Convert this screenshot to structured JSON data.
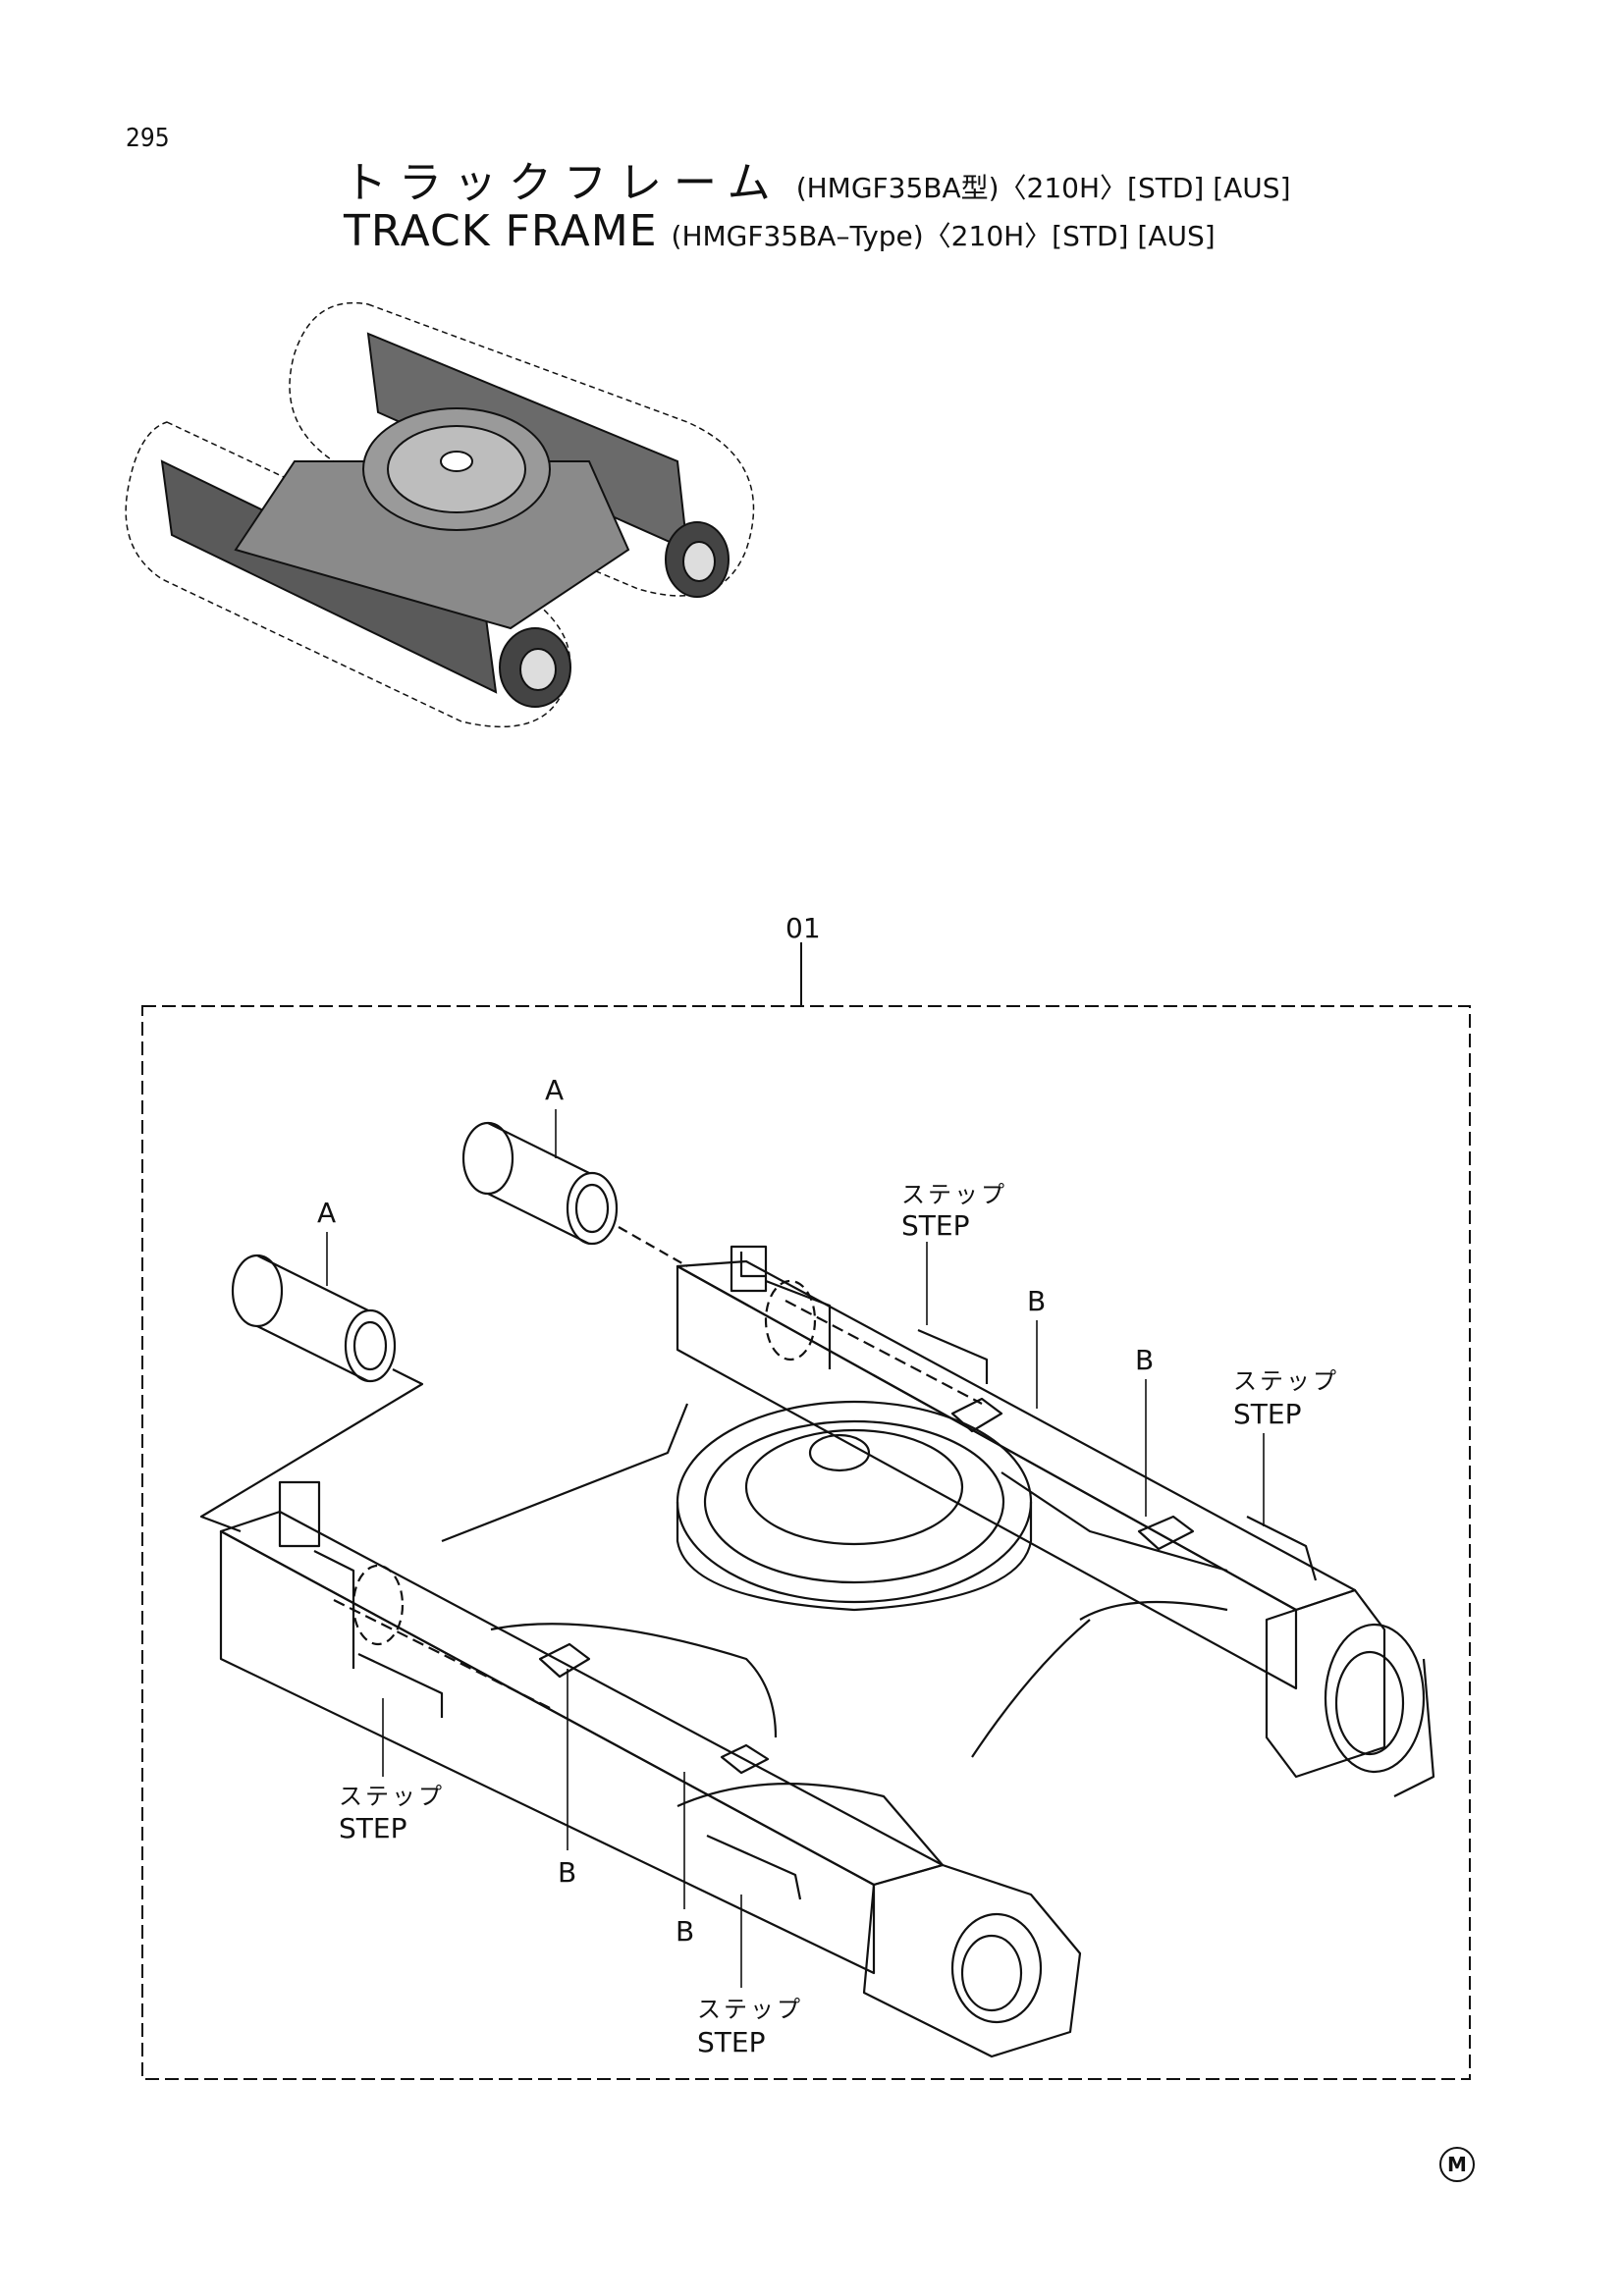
{
  "page_number": "295",
  "title": {
    "jp_main": "トラックフレーム",
    "jp_sub": "(HMGF35BA型)〈210H〉[STD] [AUS]",
    "en_main": "TRACK  FRAME",
    "en_sub": "(HMGF35BA–Type)〈210H〉[STD] [AUS]"
  },
  "part_number": "01",
  "labels": {
    "a": "A",
    "b": "B",
    "step_jp": "ステップ",
    "step_en": "STEP"
  },
  "corner_mark": "M"
}
